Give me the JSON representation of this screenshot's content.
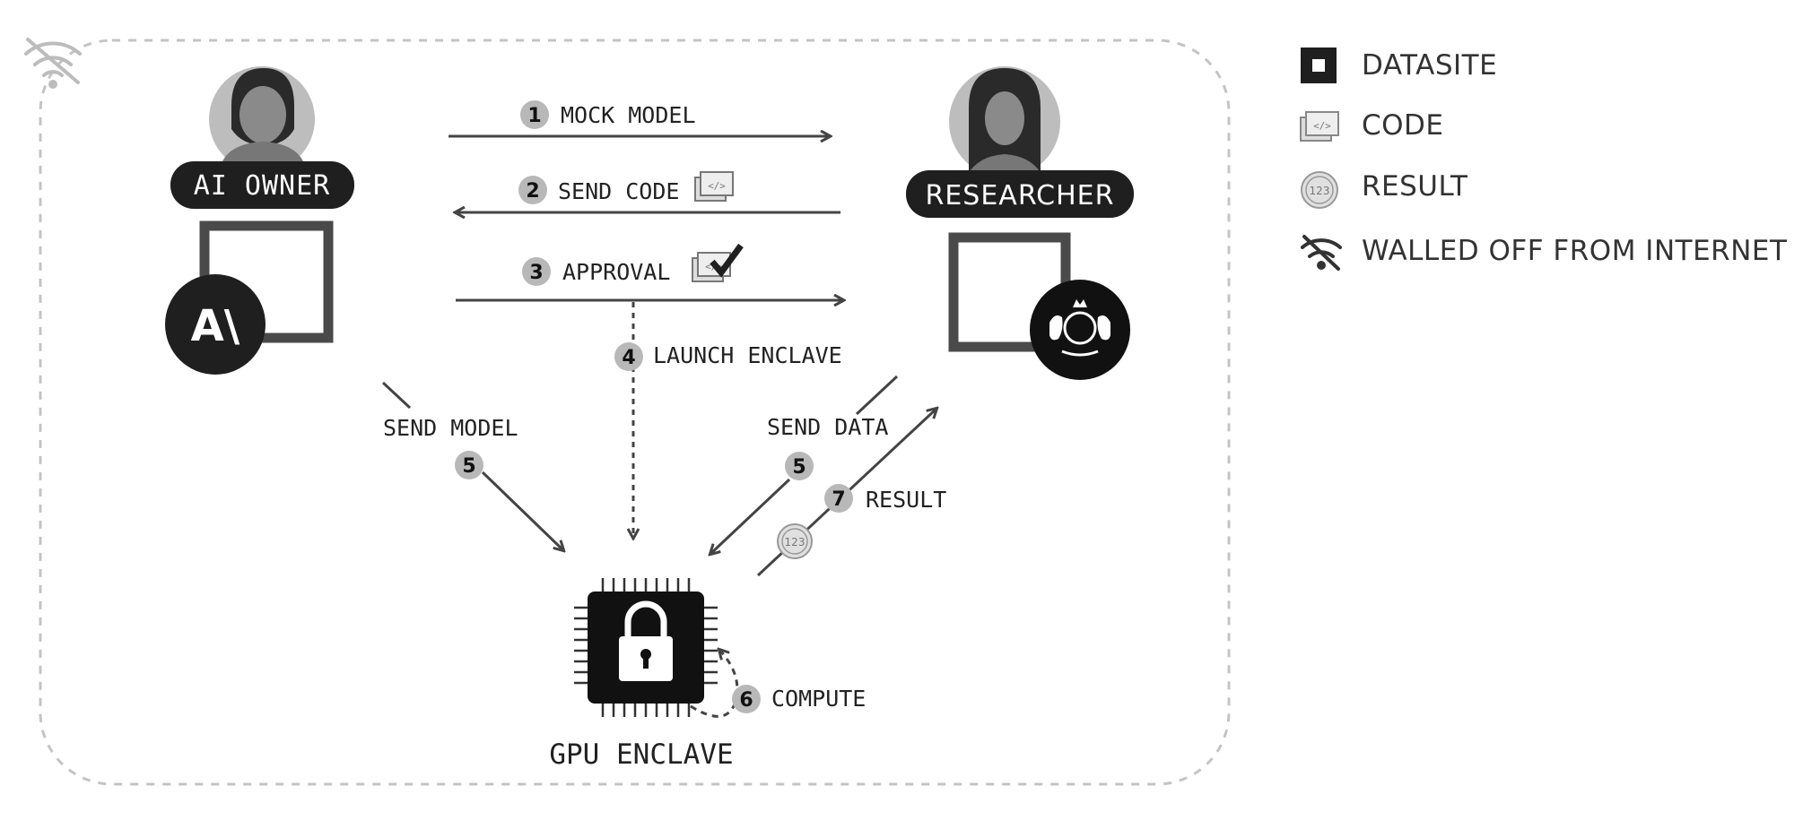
{
  "actors": {
    "ai_owner": {
      "label": "AI OWNER",
      "logo_text": "A\\"
    },
    "researcher": {
      "label": "RESEARCHER"
    }
  },
  "steps": {
    "mock_model": {
      "num": "1",
      "label": "MOCK MODEL"
    },
    "send_code": {
      "num": "2",
      "label": "SEND CODE"
    },
    "approval": {
      "num": "3",
      "label": "APPROVAL"
    },
    "launch_enclave": {
      "num": "4",
      "label": "LAUNCH ENCLAVE"
    },
    "send_model": {
      "num": "5",
      "label": "SEND MODEL"
    },
    "send_data": {
      "num": "5",
      "label": "SEND DATA"
    },
    "compute": {
      "num": "6",
      "label": "COMPUTE"
    },
    "result": {
      "num": "7",
      "label": "RESULT"
    }
  },
  "enclave": {
    "label": "GPU ENCLAVE"
  },
  "result_badge": "123",
  "legend": [
    {
      "icon": "datasite-icon",
      "label": "DATASITE"
    },
    {
      "icon": "code-icon",
      "label": "CODE"
    },
    {
      "icon": "result-icon",
      "label": "RESULT",
      "badge": "123"
    },
    {
      "icon": "no-wifi-icon",
      "label": "WALLED OFF FROM INTERNET"
    }
  ],
  "colors": {
    "dark": "#1f1f1f",
    "mid": "#555555",
    "badge": "#b8b8b8",
    "border": "#bdbdbd"
  }
}
